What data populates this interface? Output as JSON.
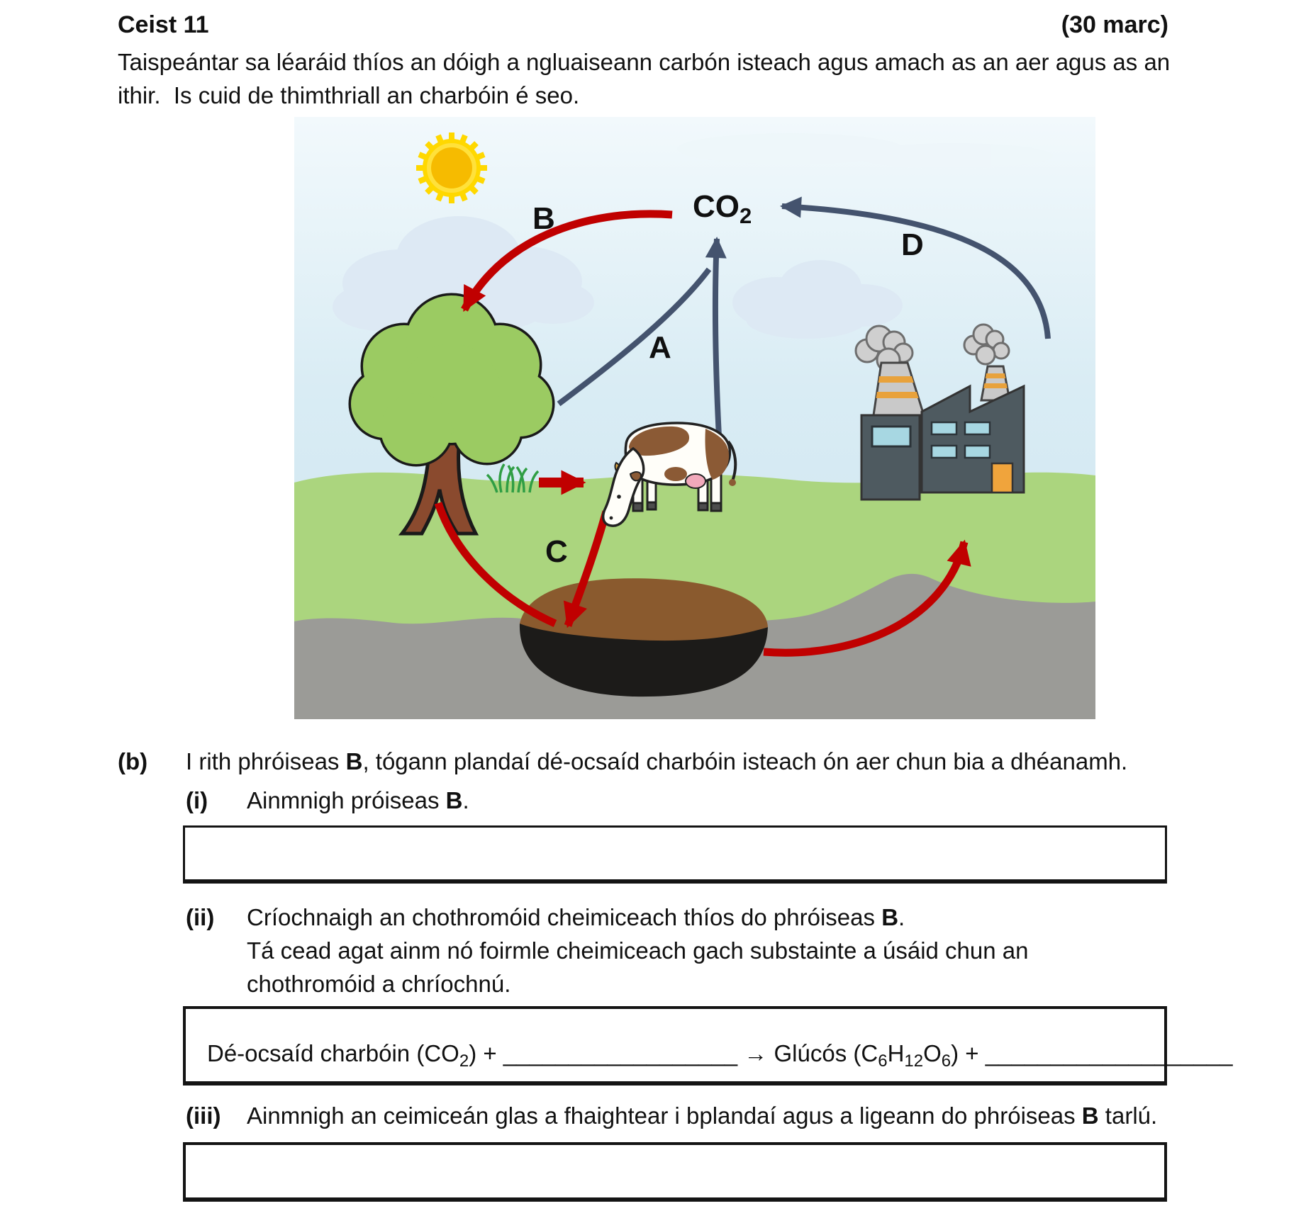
{
  "header": {
    "question_label": "Ceist 11",
    "marks": "(30 marc)",
    "intro_line1": "Taispeántar sa léaráid thíos an dóigh a ngluaiseann carbón isteach agus amach as an aer agus as an",
    "intro_line2": "ithir.  Is cuid de thimthriall an charbóin é seo."
  },
  "diagram": {
    "co2": "CO",
    "co2_sub": "2",
    "labels": {
      "a": "A",
      "b": "B",
      "c": "C",
      "d": "D"
    },
    "colors": {
      "arrow_red": "#c00000",
      "arrow_slate": "#44536e",
      "grass": "#abd57e",
      "earth": "#9b9b97",
      "soil_brown": "#8a5a2e",
      "soil_black": "#1c1b19",
      "canopy_green": "#9bcb62",
      "trunk_brown": "#8a4a2e",
      "sun_yellow": "#f6bb00",
      "factory_gray": "#4e5a60",
      "window_blue": "#a7d7e2",
      "door_orange": "#f0a43c"
    }
  },
  "part_b": {
    "label": "(b)",
    "text_pre": "I rith phróiseas ",
    "text_bold": "B",
    "text_post": ", tógann plandaí dé-ocsaíd charbóin isteach ón aer chun bia a dhéanamh.",
    "i": {
      "label": "(i)",
      "text_pre": "Ainmnigh próiseas ",
      "text_bold": "B",
      "text_post": "."
    },
    "ii": {
      "label": "(ii)",
      "line1_pre": "Críochnaigh an chothromóid cheimiceach thíos do phróiseas ",
      "line1_bold": "B",
      "line1_post": ".",
      "line2": "Tá cead agat ainm nó foirmle cheimiceach gach substainte a úsáid chun an",
      "line3": "chothromóid a chríochnú."
    },
    "equation": {
      "s1": "Dé-ocsaíd charbóin (CO",
      "sub1": "2",
      "s2": ") + ",
      "blank1": "__________________",
      "arrow": " → ",
      "s3": "Glúcós (C",
      "sub2": "6",
      "s4": "H",
      "sub3": "12",
      "s5": "O",
      "sub4": "6",
      "s6": ") + ",
      "blank2": "___________________"
    },
    "iii": {
      "label": "(iii)",
      "text_pre": "Ainmnigh an ceimiceán glas a fhaightear i bplandaí agus a ligeann do phróiseas ",
      "text_bold": "B",
      "text_post": " tarlú."
    }
  }
}
